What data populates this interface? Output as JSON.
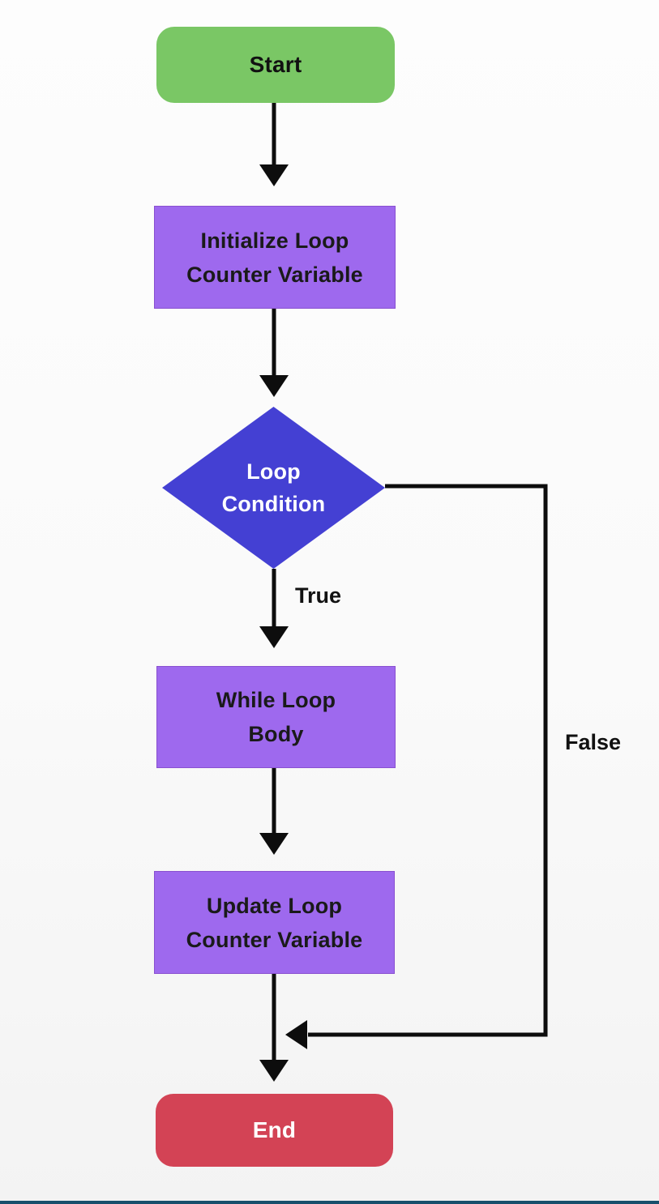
{
  "diagram": {
    "type": "flowchart",
    "subject": "while-loop control flow",
    "nodes": [
      {
        "id": "start",
        "shape": "terminator",
        "label": "Start",
        "lines": [
          "Start"
        ],
        "fill": "#7AC765",
        "text_color": "#111111"
      },
      {
        "id": "init",
        "shape": "process",
        "label": "Initialize Loop Counter Variable",
        "lines": [
          "Initialize Loop",
          "Counter Variable"
        ],
        "fill": "#9E69EE",
        "text_color": "#1a1a1a"
      },
      {
        "id": "condition",
        "shape": "decision",
        "label": "Loop Condition",
        "lines": [
          "Loop",
          "Condition"
        ],
        "fill": "#4440D3",
        "text_color": "#ffffff"
      },
      {
        "id": "body",
        "shape": "process",
        "label": "While Loop Body",
        "lines": [
          "While Loop",
          "Body"
        ],
        "fill": "#9E69EE",
        "text_color": "#1a1a1a"
      },
      {
        "id": "update",
        "shape": "process",
        "label": "Update Loop Counter Variable",
        "lines": [
          "Update Loop",
          "Counter Variable"
        ],
        "fill": "#9E69EE",
        "text_color": "#1a1a1a"
      },
      {
        "id": "end",
        "shape": "terminator",
        "label": "End",
        "lines": [
          "End"
        ],
        "fill": "#D34355",
        "text_color": "#ffffff"
      }
    ],
    "edges": [
      {
        "from": "start",
        "to": "init",
        "label": ""
      },
      {
        "from": "init",
        "to": "condition",
        "label": ""
      },
      {
        "from": "condition",
        "to": "body",
        "label": "True"
      },
      {
        "from": "body",
        "to": "update",
        "label": ""
      },
      {
        "from": "update",
        "to": "end",
        "label": ""
      },
      {
        "from": "condition",
        "to": "end",
        "label": "False"
      }
    ],
    "colors": {
      "arrow": "#0d0d0d",
      "start_fill": "#7AC765",
      "process_fill": "#9E69EE",
      "decision_fill": "#4440D3",
      "end_fill": "#D34355",
      "bottom_border": "#174F6C",
      "background": "#fafafa"
    }
  }
}
